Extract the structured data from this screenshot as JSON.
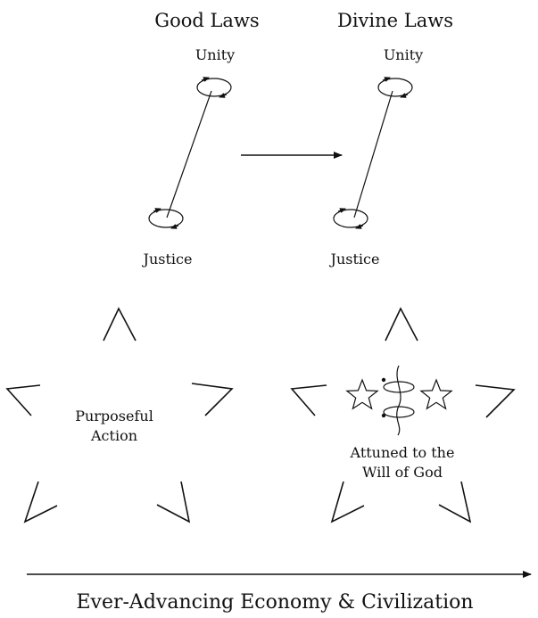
{
  "left_panel": {
    "title": "Good Laws",
    "top_label": "Unity",
    "bottom_label": "Justice",
    "center_text_line1": "Purposeful",
    "center_text_line2": "Action"
  },
  "right_panel": {
    "title": "Divine Laws",
    "top_label": "Unity",
    "bottom_label": "Justice",
    "center_text_line1": "Attuned to the",
    "center_text_line2": "Will of God"
  },
  "bottom_caption": "Ever-Advancing Economy & Civilization"
}
